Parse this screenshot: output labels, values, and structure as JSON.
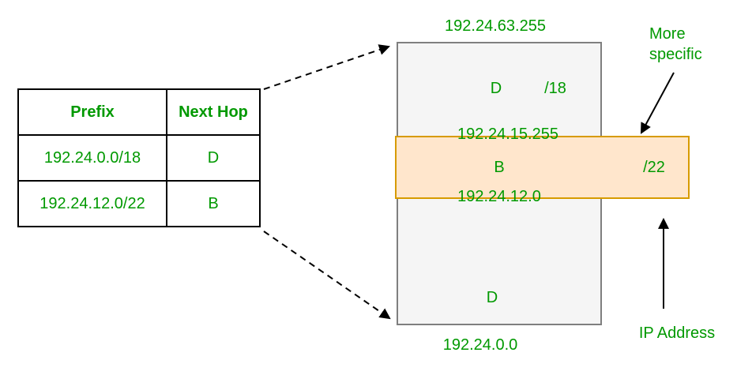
{
  "colors": {
    "text_green": "#009900",
    "band_fill": "#ffe6cc",
    "band_border": "#d79b00",
    "block_fill": "#f5f5f5",
    "block_border": "#7f7f7f",
    "table_border": "#000000",
    "arrow": "#000000"
  },
  "routing_table": {
    "headers": [
      "Prefix",
      "Next Hop"
    ],
    "rows": [
      {
        "prefix": "192.24.0.0/18",
        "next_hop": "D"
      },
      {
        "prefix": "192.24.12.0/22",
        "next_hop": "B"
      }
    ]
  },
  "address_space": {
    "top_address": "192.24.63.255",
    "bottom_address": "192.24.0.0",
    "upper_region": {
      "next_hop": "D",
      "prefix_length": "/18"
    },
    "overlap_band": {
      "top_address": "192.24.15.255",
      "next_hop": "B",
      "prefix_length": "/22",
      "bottom_address": "192.24.12.0"
    },
    "lower_region": {
      "next_hop": "D"
    }
  },
  "annotations": {
    "more_specific": "More specific",
    "ip_address": "IP Address"
  }
}
